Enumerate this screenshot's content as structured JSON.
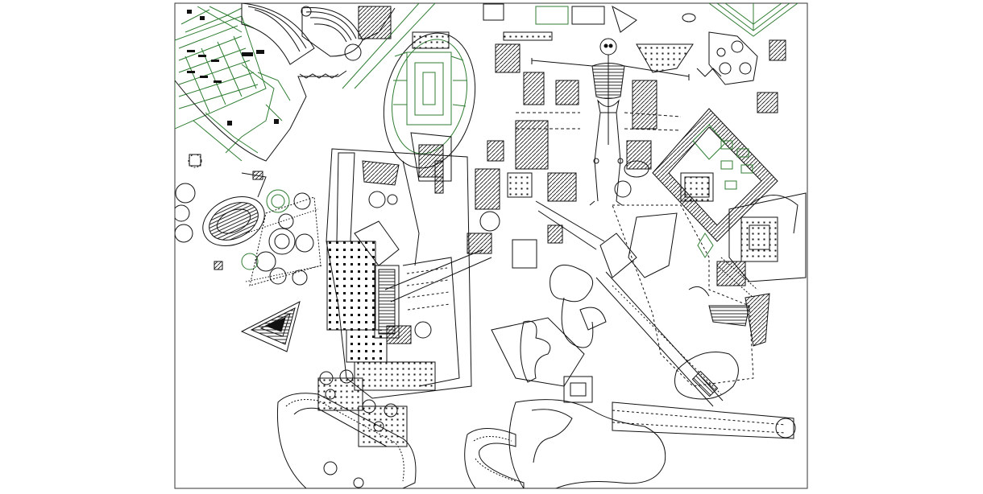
{
  "drawing": {
    "colors": {
      "background": "#ffffff",
      "linework": "#111111",
      "garden": "#2f7d32",
      "frame": "#333333"
    },
    "elements": [
      "frame",
      "garden-parterre",
      "stadium-plan",
      "oval-courtyard",
      "skeleton-figure",
      "domed-villa",
      "triangle-temple",
      "grid-block",
      "curved-terrace",
      "free-form-plan",
      "diagonal-gallery",
      "green-garden-court",
      "right-building-cluster"
    ]
  }
}
